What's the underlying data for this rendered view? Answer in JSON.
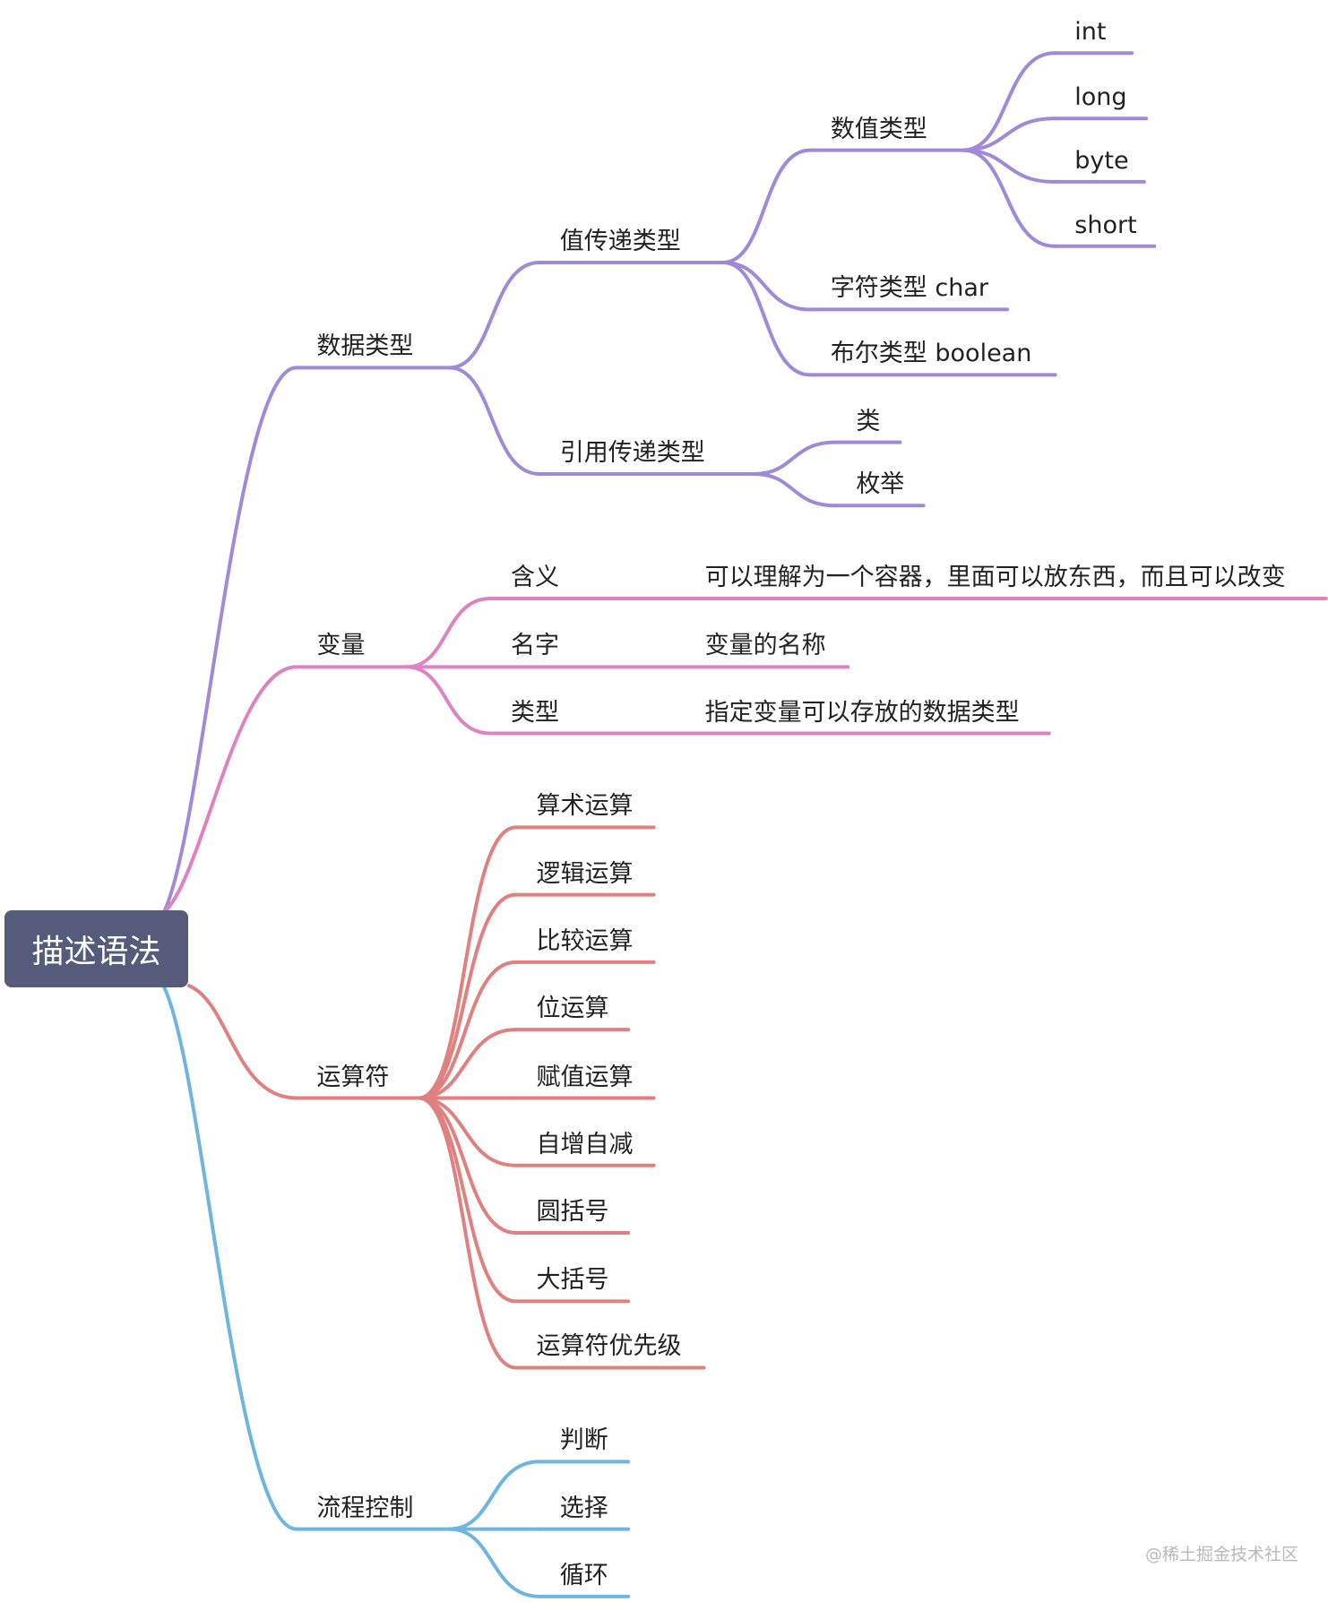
{
  "root": {
    "label": "描述语法",
    "color": "#545b7b"
  },
  "branches": [
    {
      "id": "datatype",
      "label": "数据类型",
      "color": "#a08ad8",
      "children": [
        {
          "id": "value-pass",
          "label": "值传递类型",
          "children": [
            {
              "id": "numeric",
              "label": "数值类型",
              "children": [
                {
                  "id": "int",
                  "label": "int"
                },
                {
                  "id": "long",
                  "label": "long"
                },
                {
                  "id": "byte",
                  "label": "byte"
                },
                {
                  "id": "short",
                  "label": "short"
                }
              ]
            },
            {
              "id": "char",
              "label": "字符类型 char"
            },
            {
              "id": "boolean",
              "label": "布尔类型 boolean"
            }
          ]
        },
        {
          "id": "ref-pass",
          "label": "引用传递类型",
          "children": [
            {
              "id": "class",
              "label": "类"
            },
            {
              "id": "enum",
              "label": "枚举"
            }
          ]
        }
      ]
    },
    {
      "id": "variable",
      "label": "变量",
      "color": "#de82c4",
      "children": [
        {
          "id": "meaning",
          "label": "含义",
          "detail": "可以理解为一个容器，里面可以放东西，而且可以改变"
        },
        {
          "id": "name",
          "label": "名字",
          "detail": "变量的名称"
        },
        {
          "id": "vtype",
          "label": "类型",
          "detail": "指定变量可以存放的数据类型"
        }
      ]
    },
    {
      "id": "operator",
      "label": "运算符",
      "color": "#e0807f",
      "children": [
        {
          "id": "arith",
          "label": "算术运算"
        },
        {
          "id": "logic",
          "label": "逻辑运算"
        },
        {
          "id": "compare",
          "label": "比较运算"
        },
        {
          "id": "bit",
          "label": "位运算"
        },
        {
          "id": "assign",
          "label": "赋值运算"
        },
        {
          "id": "incdec",
          "label": "自增自减"
        },
        {
          "id": "paren",
          "label": "圆括号"
        },
        {
          "id": "brace",
          "label": "大括号"
        },
        {
          "id": "priority",
          "label": "运算符优先级"
        }
      ]
    },
    {
      "id": "flow",
      "label": "流程控制",
      "color": "#6eb5e0",
      "children": [
        {
          "id": "judge",
          "label": "判断"
        },
        {
          "id": "select",
          "label": "选择"
        },
        {
          "id": "loop",
          "label": "循环"
        }
      ]
    }
  ],
  "watermark": "@稀土掘金技术社区"
}
